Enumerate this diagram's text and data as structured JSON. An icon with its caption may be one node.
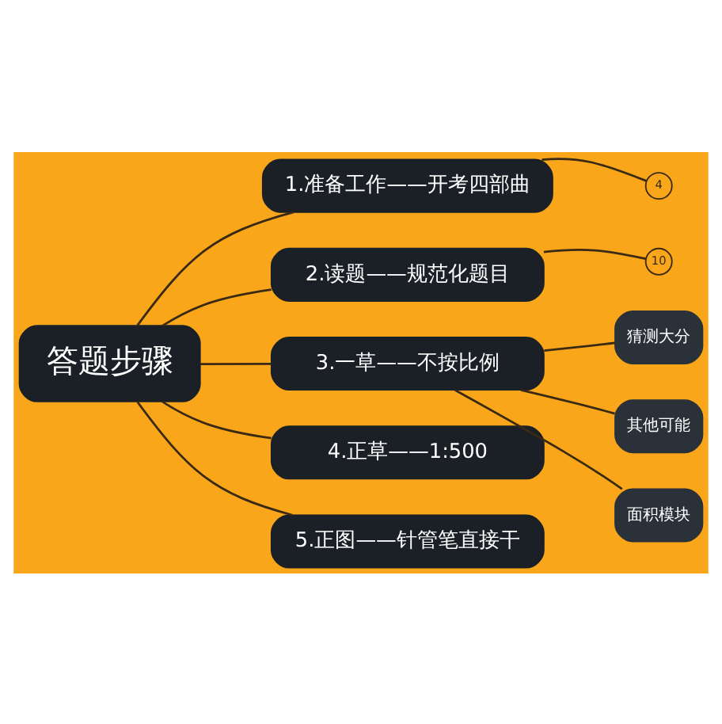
{
  "diagram": {
    "nodes": [
      {
        "text": [
          "答题步骤"
        ]
      },
      {
        "text": [
          "1.准备工作——开考四部曲"
        ]
      },
      {
        "text": [
          "4"
        ]
      },
      {
        "text": [
          "2.读题——规范化题目"
        ]
      },
      {
        "text": [
          "10"
        ]
      },
      {
        "text": [
          "3.一草——不按比例"
        ]
      },
      {
        "text": [
          "猜测大分"
        ]
      },
      {
        "text": [
          "其他可能"
        ]
      },
      {
        "text": [
          "面积模块"
        ]
      },
      {
        "text": [
          "4.正草——1:500"
        ]
      },
      {
        "text": [
          "5.正图——针管笔直接干"
        ]
      }
    ],
    "edges": [
      {
        "from": 0,
        "to": 1,
        "arrow": "none"
      },
      {
        "from": 1,
        "to": 2,
        "arrow": "none"
      },
      {
        "from": 0,
        "to": 3,
        "arrow": "none"
      },
      {
        "from": 3,
        "to": 4,
        "arrow": "none"
      },
      {
        "from": 0,
        "to": 5,
        "arrow": "none"
      },
      {
        "from": 5,
        "to": 6,
        "arrow": "none"
      },
      {
        "from": 5,
        "to": 7,
        "arrow": "none"
      },
      {
        "from": 5,
        "to": 8,
        "arrow": "none"
      },
      {
        "from": 0,
        "to": 9,
        "arrow": "none"
      },
      {
        "from": 0,
        "to": 10,
        "arrow": "none"
      }
    ]
  }
}
